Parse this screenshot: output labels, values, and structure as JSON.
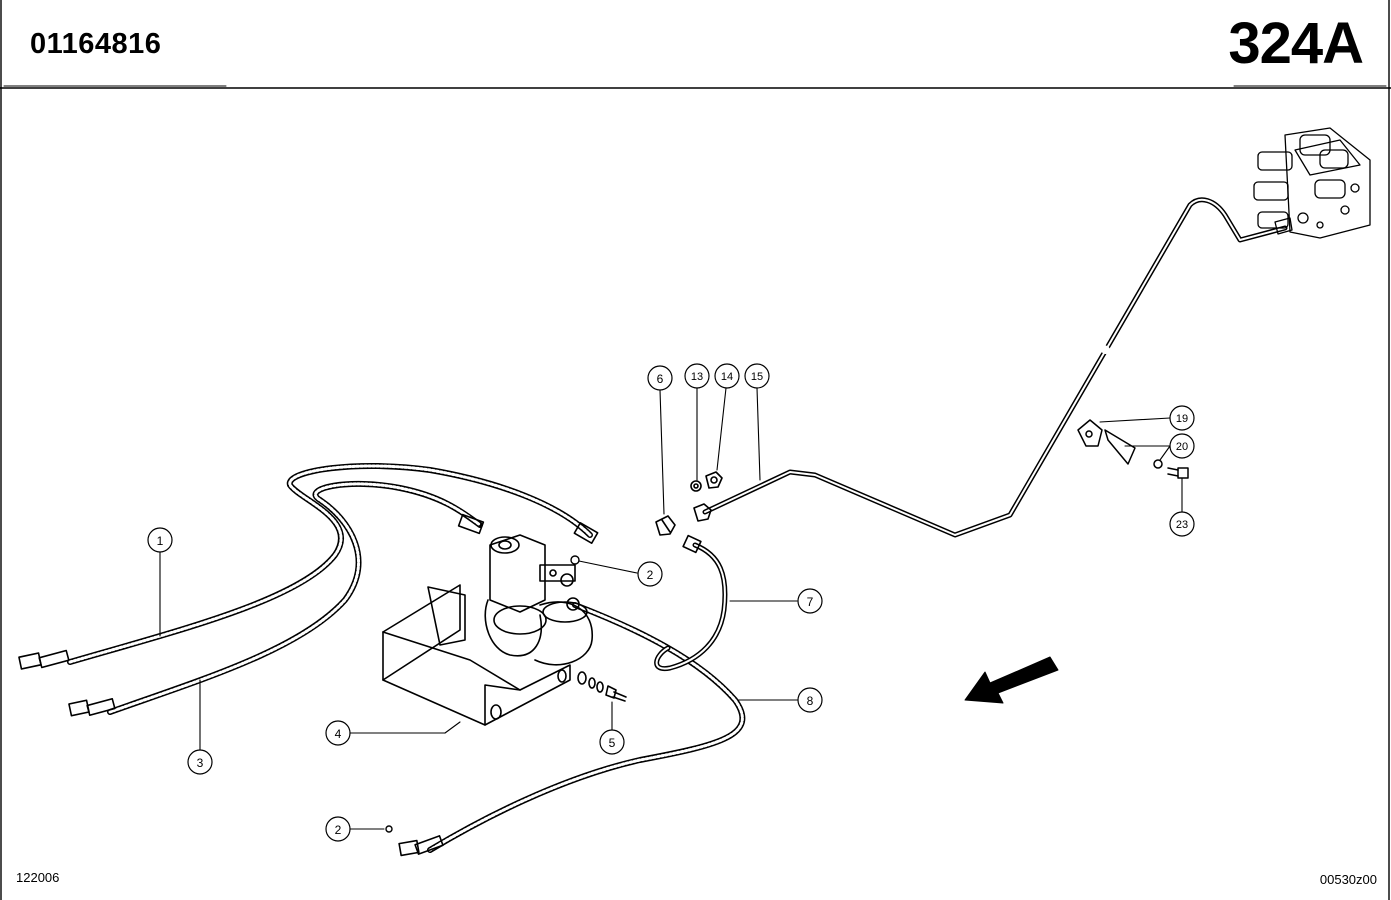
{
  "header": {
    "part_number": "01164816",
    "page_code": "324A"
  },
  "footer": {
    "left_code": "122006",
    "right_code": "00530z00"
  },
  "callouts": {
    "c1": "1",
    "c2a": "2",
    "c2b": "2",
    "c3": "3",
    "c4": "4",
    "c5": "5",
    "c6": "6",
    "c7": "7",
    "c8": "8",
    "c13": "13",
    "c14": "14",
    "c15": "15",
    "c19": "19",
    "c20": "20",
    "c23": "23"
  }
}
